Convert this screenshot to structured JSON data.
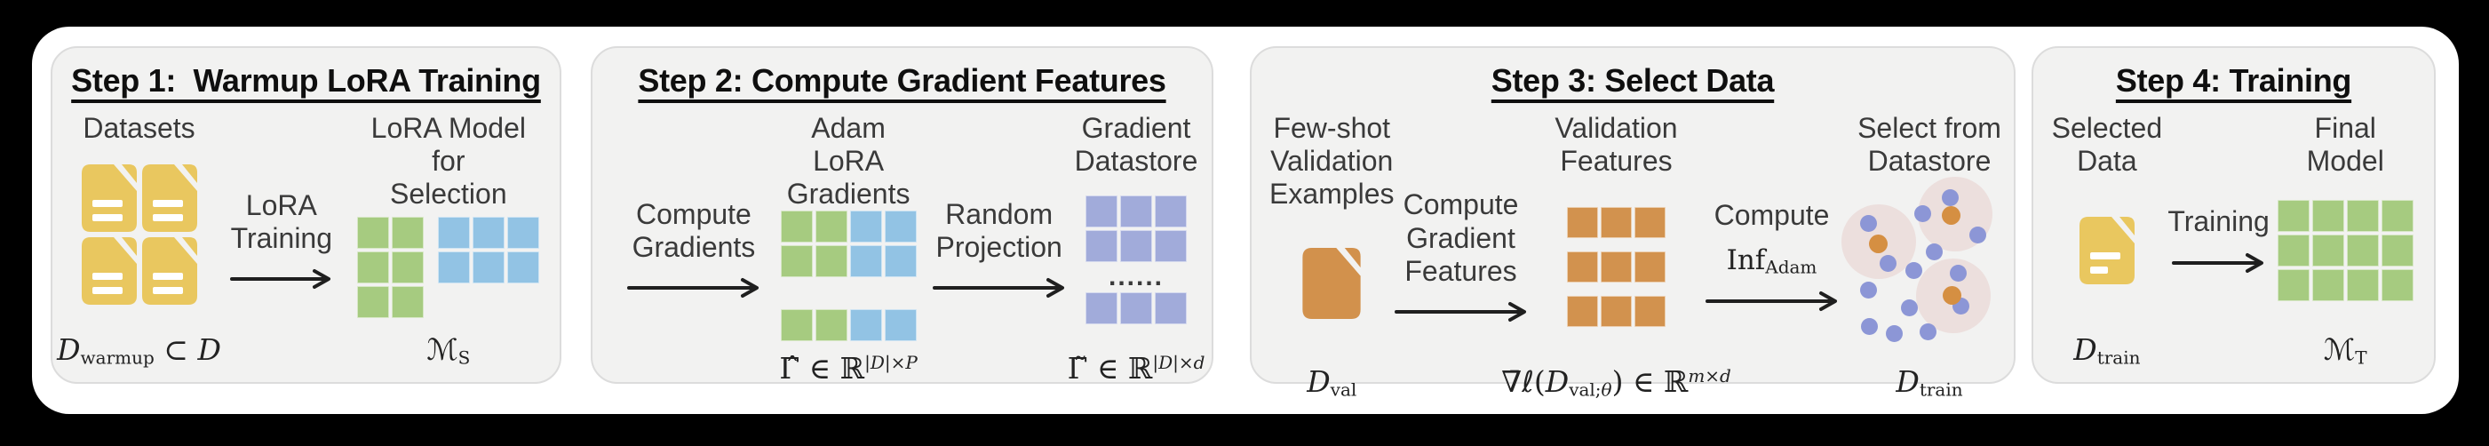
{
  "colors": {
    "frame": "#000000",
    "canvas": "#ffffff",
    "panel_bg": "#f2f2f1",
    "panel_border": "#dcdcdc",
    "title_text": "#0f0f0f",
    "label_text": "#3a3a3a",
    "math_text": "#222222",
    "arrow": "#1f1f1f",
    "doc_yellow": "#e9c75f",
    "doc_orange": "#d2914c",
    "cell_green": "#a6cb80",
    "cell_blue": "#92c3e4",
    "cell_purple": "#a1abda",
    "cell_orange": "#d2924e",
    "cluster_circle": "#ecdfdd",
    "dot_blue": "#8c96d6",
    "dot_orange": "#d58f42"
  },
  "panels": [
    {
      "title": "Step 1:  Warmup LoRA Training",
      "labels": {
        "datasets": "Datasets",
        "arrow": "LoRA\nTraining",
        "model": "LoRA Model for\nSelection"
      },
      "math": {
        "dataset": [
          {
            "t": "D",
            "s": "it"
          },
          {
            "t": "warmup",
            "s": "sub"
          },
          {
            "t": " ⊂ ",
            "s": "rm"
          },
          {
            "t": "D",
            "s": "it"
          }
        ],
        "model": [
          {
            "t": "ℳ",
            "s": "rm"
          },
          {
            "t": "S",
            "s": "sub"
          }
        ]
      }
    },
    {
      "title": "Step 2: Compute Gradient Features",
      "labels": {
        "arrow1": "Compute\nGradients",
        "adam": "Adam LoRA\nGradients",
        "arrow2": "Random\nProjection",
        "datastore": "Gradient\nDatastore",
        "dots": "......"
      },
      "math": {
        "adam": [
          {
            "t": "Γ̂",
            "s": "rm"
          },
          {
            "t": " ∈ ℝ",
            "s": "rm"
          },
          {
            "t": "|",
            "s": "sup"
          },
          {
            "t": "D",
            "s": "supit"
          },
          {
            "t": "|×",
            "s": "sup"
          },
          {
            "t": "P",
            "s": "supit"
          }
        ],
        "datastore": [
          {
            "t": "Γ̃",
            "s": "rm"
          },
          {
            "t": " ∈ ℝ",
            "s": "rm"
          },
          {
            "t": "|",
            "s": "sup"
          },
          {
            "t": "D",
            "s": "supit"
          },
          {
            "t": "|×",
            "s": "sup"
          },
          {
            "t": "d",
            "s": "supit"
          }
        ]
      }
    },
    {
      "title": "Step 3: Select Data",
      "labels": {
        "examples": "Few-shot\nValidation\nExamples",
        "arrow1": "Compute\nGradient\nFeatures",
        "features": "Validation\nFeatures",
        "arrow2": "Compute",
        "select": "Select from\nDatastore"
      },
      "math": {
        "inf": [
          {
            "t": "Inf",
            "s": "rm"
          },
          {
            "t": "Adam",
            "s": "sub"
          }
        ],
        "val": [
          {
            "t": "D",
            "s": "it"
          },
          {
            "t": "val",
            "s": "sub"
          }
        ],
        "features": [
          {
            "t": "∇̄",
            "s": "rm"
          },
          {
            "t": "ℓ",
            "s": "it"
          },
          {
            "t": "(",
            "s": "rm"
          },
          {
            "t": "D",
            "s": "it"
          },
          {
            "t": "val;",
            "s": "sub"
          },
          {
            "t": "θ",
            "s": "subit"
          },
          {
            "t": ") ∈ ℝ",
            "s": "rm"
          },
          {
            "t": "m",
            "s": "supit"
          },
          {
            "t": "×",
            "s": "sup"
          },
          {
            "t": "d",
            "s": "supit"
          }
        ],
        "train": [
          {
            "t": "D",
            "s": "it"
          },
          {
            "t": "train",
            "s": "sub"
          }
        ]
      }
    },
    {
      "title": "Step 4: Training",
      "labels": {
        "selected": "Selected\nData",
        "arrow": "Training",
        "final": "Final Model"
      },
      "math": {
        "selected": [
          {
            "t": "D",
            "s": "it"
          },
          {
            "t": "train",
            "s": "sub"
          }
        ],
        "final": [
          {
            "t": "ℳ",
            "s": "rm"
          },
          {
            "t": "T",
            "s": "sub"
          }
        ]
      }
    }
  ]
}
